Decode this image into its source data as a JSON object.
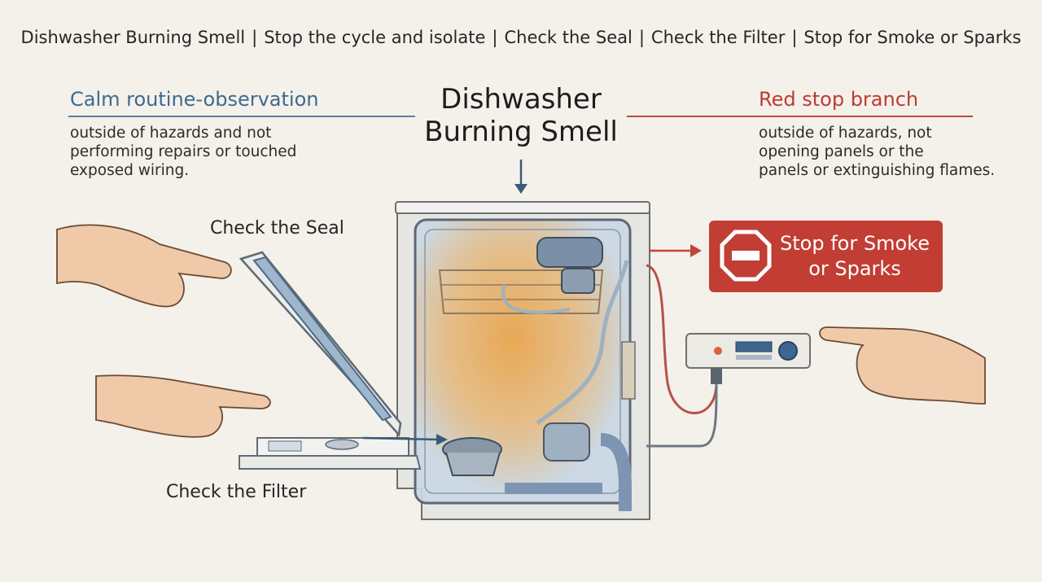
{
  "breadcrumb": {
    "items": [
      "Dishwasher Burning Smell",
      "Stop the cycle and isolate",
      "Check the Seal",
      "Check the Filter",
      "Stop for Smoke or Sparks"
    ],
    "separator": "|"
  },
  "center_title": {
    "line1": "Dishwasher",
    "line2": "Burning Smell"
  },
  "calm_branch": {
    "title": "Calm routine-observation",
    "body": [
      "outside of hazards and not",
      "performing repairs or touched",
      "exposed wiring."
    ]
  },
  "red_branch": {
    "title": "Red stop branch",
    "body": [
      "outside of hazards, not",
      "opening panels or the",
      "panels or extinguishing flames."
    ]
  },
  "labels": {
    "seal": "Check the Seal",
    "filter": "Check the Filter"
  },
  "stop_box": {
    "line1": "Stop for Smoke",
    "line2": "or Sparks",
    "icon": "stop-sign-icon"
  },
  "colors": {
    "calm_blue": "#3f6a8e",
    "stop_red": "#c23d33",
    "background": "#f3f1ea"
  }
}
